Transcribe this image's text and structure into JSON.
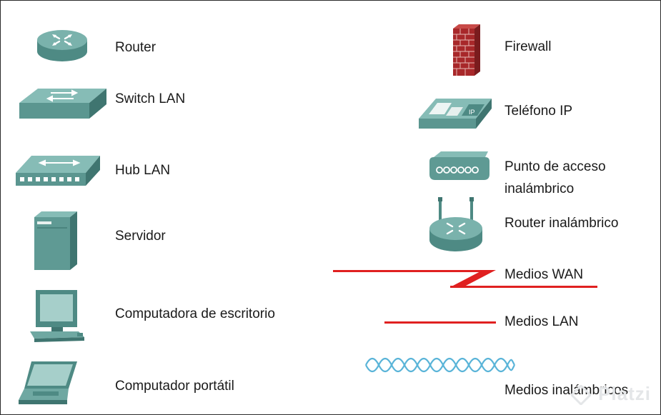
{
  "legend": {
    "left": [
      {
        "label": "Router",
        "icon": "router-icon"
      },
      {
        "label": "Switch LAN",
        "icon": "switch-icon"
      },
      {
        "label": "Hub LAN",
        "icon": "hub-icon"
      },
      {
        "label": "Servidor",
        "icon": "server-icon"
      },
      {
        "label": "Computadora de escritorio",
        "icon": "desktop-computer-icon"
      },
      {
        "label": "Computador portátil",
        "icon": "laptop-icon"
      }
    ],
    "right": [
      {
        "label": "Firewall",
        "icon": "firewall-icon"
      },
      {
        "label": "Teléfono IP",
        "icon": "ip-phone-icon"
      },
      {
        "label_line1": "Punto de acceso",
        "label_line2": "inalámbrico",
        "icon": "wireless-access-point-icon"
      },
      {
        "label": "Router inalámbrico",
        "icon": "wireless-router-icon"
      },
      {
        "label": "Medios WAN",
        "icon": "wan-media-line-icon"
      },
      {
        "label": "Medios LAN",
        "icon": "lan-media-line-icon"
      },
      {
        "label": "Medios inalámbricos",
        "icon": "wireless-media-wave-icon"
      }
    ]
  },
  "colors": {
    "device_teal": "#5f9a94",
    "device_teal_dark": "#3f7570",
    "firewall_red": "#a8282a",
    "media_red": "#e02020",
    "wireless_wave": "#5ab4d8"
  },
  "watermark": "Platzi"
}
